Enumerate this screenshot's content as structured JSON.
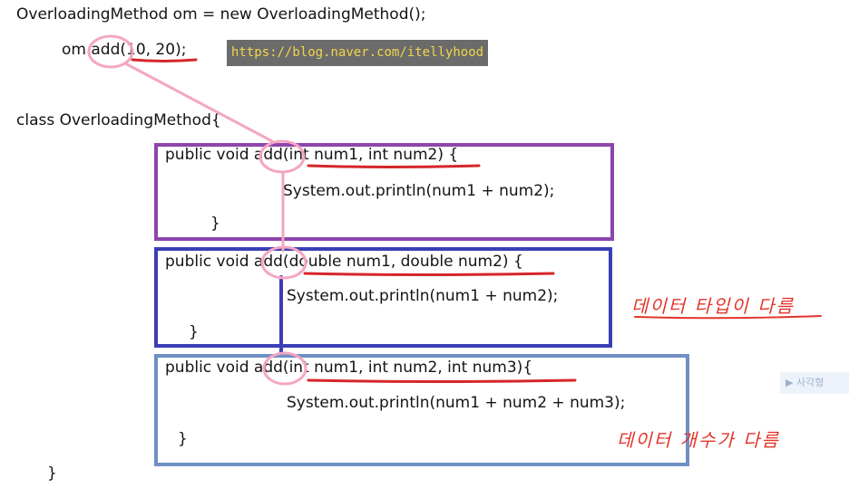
{
  "code": {
    "line_instantiate": "OverloadingMethod om = new OverloadingMethod();",
    "line_call": "om.add(10, 20);",
    "line_class_open": "class OverloadingMethod{",
    "method1": {
      "signature": "public void add(int num1, int num2) {",
      "body": "System.out.println(num1 + num2);",
      "close": "}"
    },
    "method2": {
      "signature": "public void add(double num1, double num2) {",
      "body": "System.out.println(num1 + num2);",
      "close": "}"
    },
    "method3": {
      "signature": "public void add(int num1, int num2, int num3){",
      "body": "System.out.println(num1 + num2 + num3);",
      "close": "}"
    },
    "line_class_close": "}"
  },
  "watermark": "https://blog.naver.com/itellyhood",
  "annotations": {
    "type_diff": "데이터 타입이 다름",
    "count_diff": "데이터 개수가 다름"
  },
  "faded_button": "사각형",
  "colors": {
    "method1_border": "#8e44ad",
    "method2_border": "#3b3fb5",
    "method3_border": "#6f8fc4",
    "underline": "#d6262a",
    "highlight_circle": "#f4a6c2",
    "connector_pink": "#f4a6c2",
    "connector_blue": "#3b3fb5",
    "annotation_text": "#e3342b",
    "watermark_bg": "#6b6b6b",
    "watermark_text": "#f2d64a"
  }
}
